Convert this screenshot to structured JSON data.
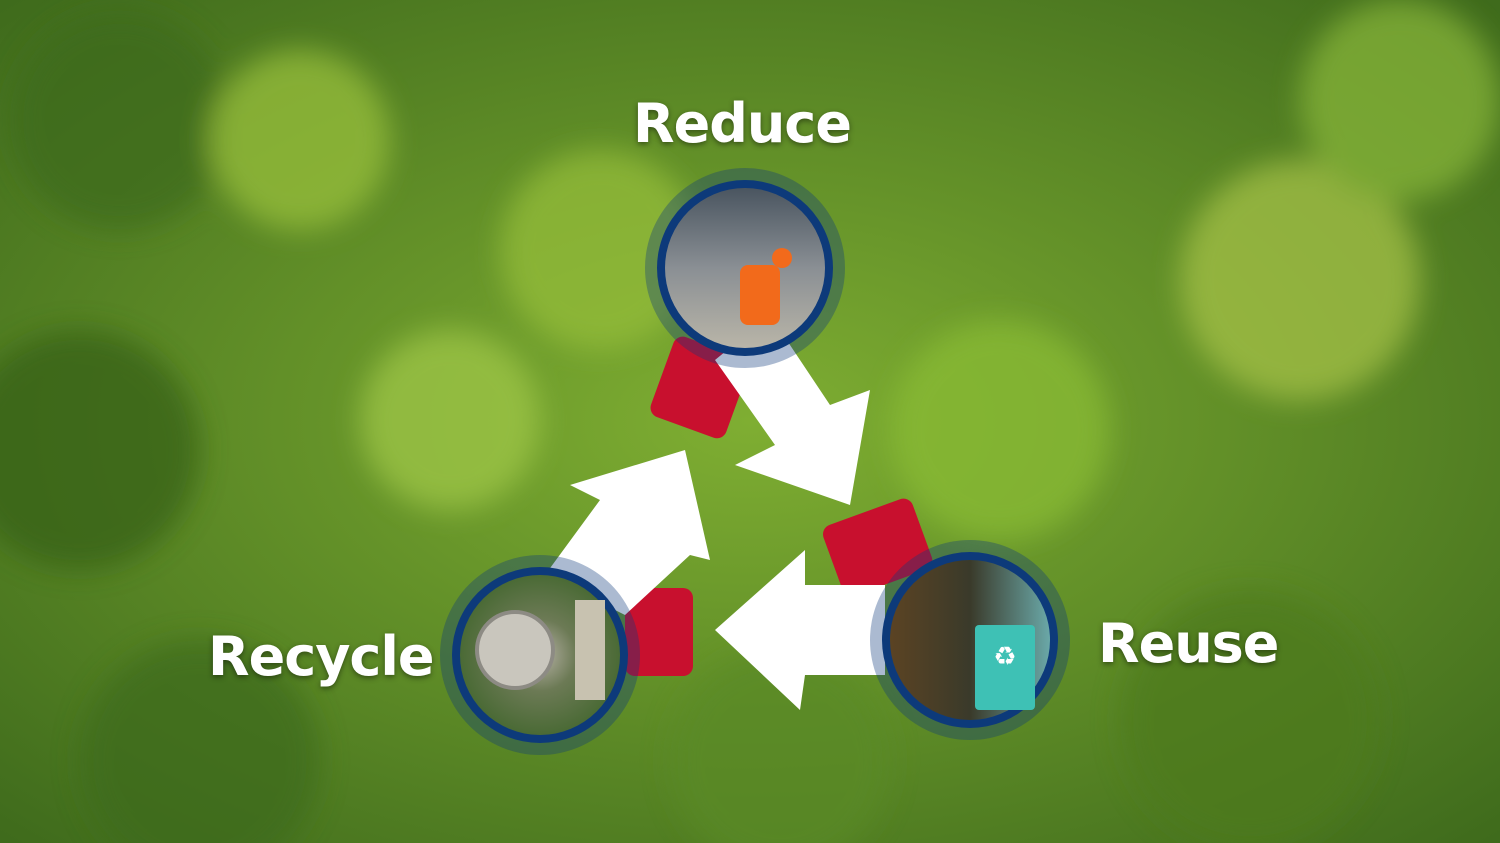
{
  "diagram": {
    "stages": [
      {
        "label": "Reduce",
        "image": "waste-sorting-worker"
      },
      {
        "label": "Reuse",
        "image": "recycling-bin-with-bottles"
      },
      {
        "label": "Recycle",
        "image": "aerial-treatment-plant"
      }
    ],
    "colors": {
      "arrow": "#ffffff",
      "arrow_tail": "#c8102e",
      "ring": "#0d3a7a",
      "background": "#5f8f2a"
    }
  }
}
